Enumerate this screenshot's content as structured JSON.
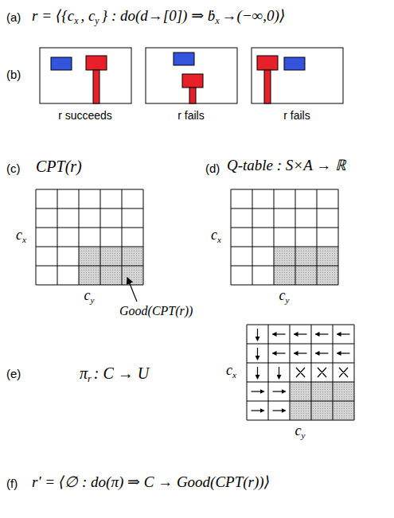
{
  "diagram": {
    "labels": [
      "(a)",
      "r = ⟨{c",
      "x",
      ", c",
      "y",
      "} : do(d→[0]) ⇒ ḃ",
      "x",
      "→(−∞,0)⟩",
      "(b)",
      "r succeeds",
      "r fails",
      "r fails",
      "(c)",
      "CPT(r)",
      "c",
      "x",
      "c",
      "y",
      "Good(CPT(r))",
      "(d)",
      "Q-table : S×A → ℝ",
      "c",
      "x",
      "c",
      "y",
      "(e)",
      "π",
      "r",
      ": C → U",
      "c",
      "x",
      "c",
      "y",
      "(f)",
      "r′ = ⟨∅ : do(π) ⇒ C → Good(CPT(r))⟩"
    ]
  }
}
